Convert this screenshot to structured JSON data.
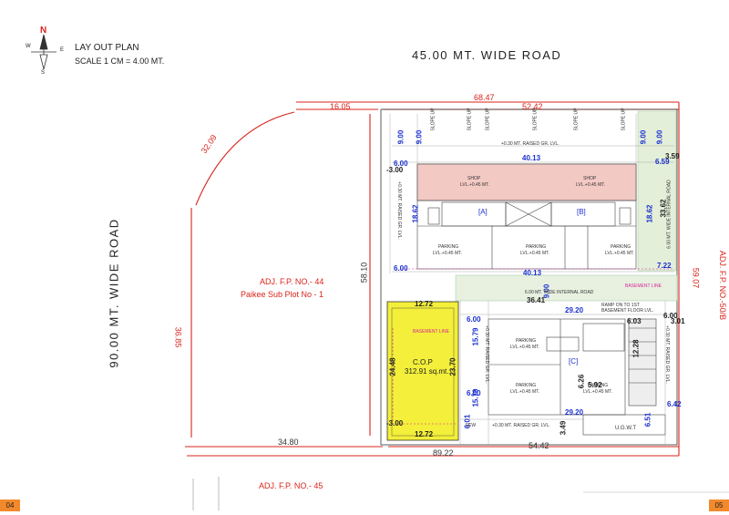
{
  "header": {
    "title": "LAY OUT PLAN",
    "scale": "SCALE 1 CM = 4.00 MT."
  },
  "compass": {
    "n": "N",
    "e": "E",
    "s": "S",
    "w": "W"
  },
  "roads": {
    "top": "45.00 MT. WIDE ROAD",
    "left": "90.00 MT. WIDE ROAD"
  },
  "adjacent": {
    "fp44": "ADJ. F.P. NO.- 44",
    "fp44_sub": "Paikee Sub Plot No - 1",
    "fp45": "ADJ. F.P. NO.- 45",
    "fp50b": "ADJ. F.P. NO.-50/B"
  },
  "dims_red": {
    "top_total": "68.47",
    "top_left": "16.05",
    "top_right": "52.42",
    "arc": "32.09",
    "left_side": "36.85",
    "mid_vertical": "58.10",
    "right_side": "59.07",
    "bottom_left": "34.80",
    "bottom_total": "89.22",
    "bottom_right": "54.42"
  },
  "dims_blue": {
    "d900a": "9.00",
    "d900b": "9.00",
    "d900c": "9.00",
    "d900d": "9.00",
    "d600a": "6.00",
    "d4013a": "40.13",
    "d4013b": "40.13",
    "d1862a": "18.62",
    "d1862b": "18.62",
    "d600b": "6.00",
    "d659": "6.59",
    "d722": "7.22",
    "d900e": "9.00",
    "d2920a": "29.20",
    "d600c": "6.00",
    "d1579a": "15.79",
    "d1579b": "15.79",
    "d600d": "6.00",
    "d601": "6.01",
    "d2920b": "29.20",
    "d651": "6.51",
    "d642": "6.42"
  },
  "dims_black": {
    "d359": "3.59",
    "d3362": "33.62",
    "m300a": "-3.00",
    "d3641": "36.41",
    "d1272a": "12.72",
    "d1272b": "12.72",
    "d2448": "24.48",
    "d2370": "23.70",
    "m300b": "-3.00",
    "d603": "6.03",
    "d1228": "12.28",
    "d600e": "6.00",
    "d301": "3.01",
    "d626": "6.26",
    "d592": "5.92",
    "d349": "3.49"
  },
  "cop": {
    "label": "C.O.P",
    "area": "312.91 sq.mt."
  },
  "labels": {
    "shop": "SHOP",
    "shop_lvl": "LVL.+0.45 MT.",
    "parking": "PARKING",
    "parking_lvl": "LVL.+0.45 MT.",
    "unit_a": "[A]",
    "unit_b": "[B]",
    "unit_c": "[C]",
    "raised_gr": "+0.30 MT. RAISED GR. LVL.",
    "slope_up": "SLOPE UP",
    "internal_road_h": "6.00 MT. WIDE INTERNAL ROAD",
    "internal_road_v": "6.00 MT. WIDE INTERNAL ROAD",
    "basement_line": "BASEMENT LINE",
    "ramp": "RAMP ON TO 1ST BASEMENT FLOOR LVL.",
    "ugwt": "U.G.W.T",
    "few": "FEW"
  },
  "pages": {
    "left": "04",
    "right": "05"
  },
  "colors": {
    "red": "#d9241b",
    "blue": "#1a2fd0",
    "cop_fill": "#f3ef3a",
    "badge": "#f28a2c"
  }
}
